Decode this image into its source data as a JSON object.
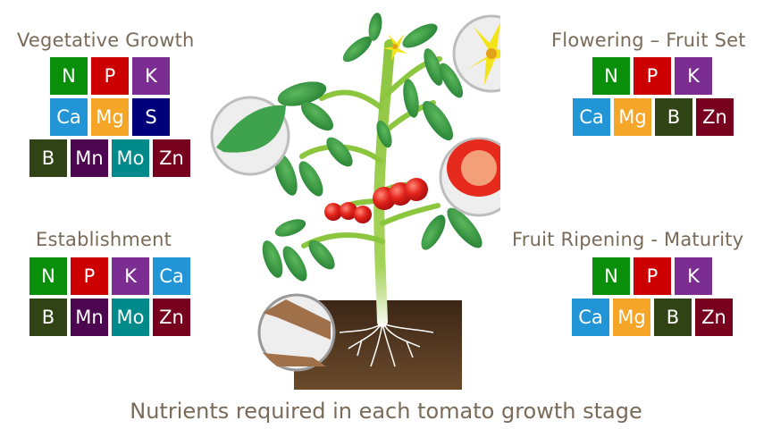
{
  "caption": "Nutrients required in each tomato growth stage",
  "colors": {
    "text": "#7a6a58",
    "N": "#0a8f0a",
    "P": "#cc0000",
    "K": "#7b2d92",
    "Ca": "#2295d6",
    "Mg": "#f5a528",
    "S": "#00007a",
    "B": "#2f4314",
    "Mn": "#4d0650",
    "Mo": "#008a8a",
    "Zn": "#77001f"
  },
  "stages": {
    "vegetative": {
      "title": "Vegetative Growth",
      "rows": [
        [
          "N",
          "P",
          "K"
        ],
        [
          "Ca",
          "Mg",
          "S"
        ],
        [
          "B",
          "Mn",
          "Mo",
          "Zn"
        ]
      ]
    },
    "establishment": {
      "title": "Establishment",
      "rows": [
        [
          "N",
          "P",
          "K",
          "Ca"
        ],
        [
          "B",
          "Mn",
          "Mo",
          "Zn"
        ]
      ]
    },
    "flowering": {
      "title": "Flowering – Fruit Set",
      "rows": [
        [
          "N",
          "P",
          "K"
        ],
        [
          "Ca",
          "Mg",
          "B",
          "Zn"
        ]
      ]
    },
    "ripening": {
      "title": "Fruit Ripening - Maturity",
      "rows": [
        [
          "N",
          "P",
          "K"
        ],
        [
          "Ca",
          "Mg",
          "B",
          "Zn"
        ]
      ]
    }
  },
  "illustration": {
    "subject": "tomato-plant",
    "callouts": [
      "leaf-detail",
      "flower-detail",
      "fruit-cross-section",
      "root-soil-detail"
    ]
  }
}
